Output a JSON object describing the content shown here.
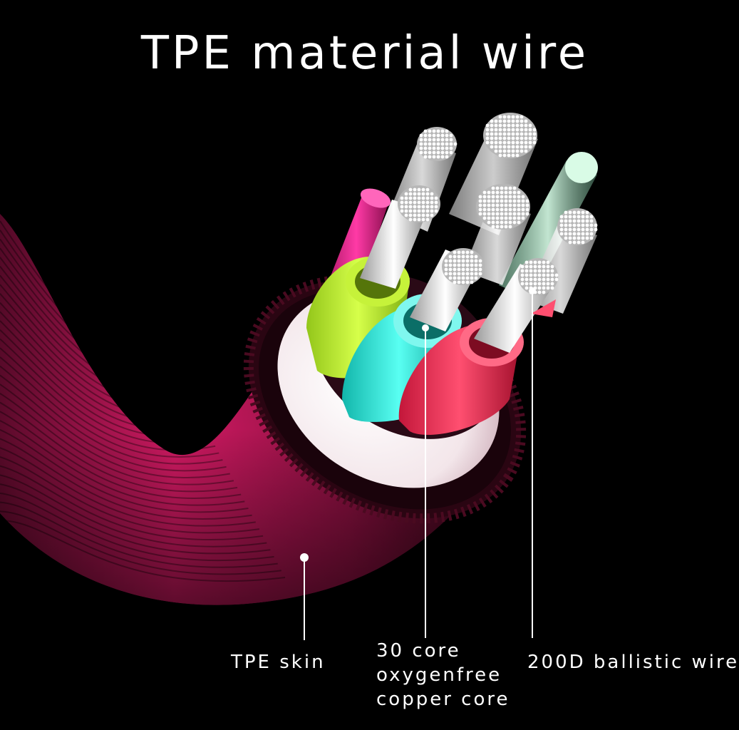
{
  "title": "TPE material wire",
  "callouts": {
    "skin": "TPE skin",
    "core_line1": "30 core",
    "core_line2": "oxygenfree",
    "core_line3": "copper core",
    "ballistic": "200D ballistic wire"
  },
  "colors": {
    "background": "#000000",
    "jacket": "#d21a63",
    "inner_sheath": "#f2eef0",
    "core_lime": "#b9ea2a",
    "core_cyan": "#2fe3d6",
    "core_red": "#ff2d55",
    "core_magenta": "#e0288a",
    "ballistic_rod": "#c7f5dc",
    "copper_strands": "#f2f2f2"
  }
}
